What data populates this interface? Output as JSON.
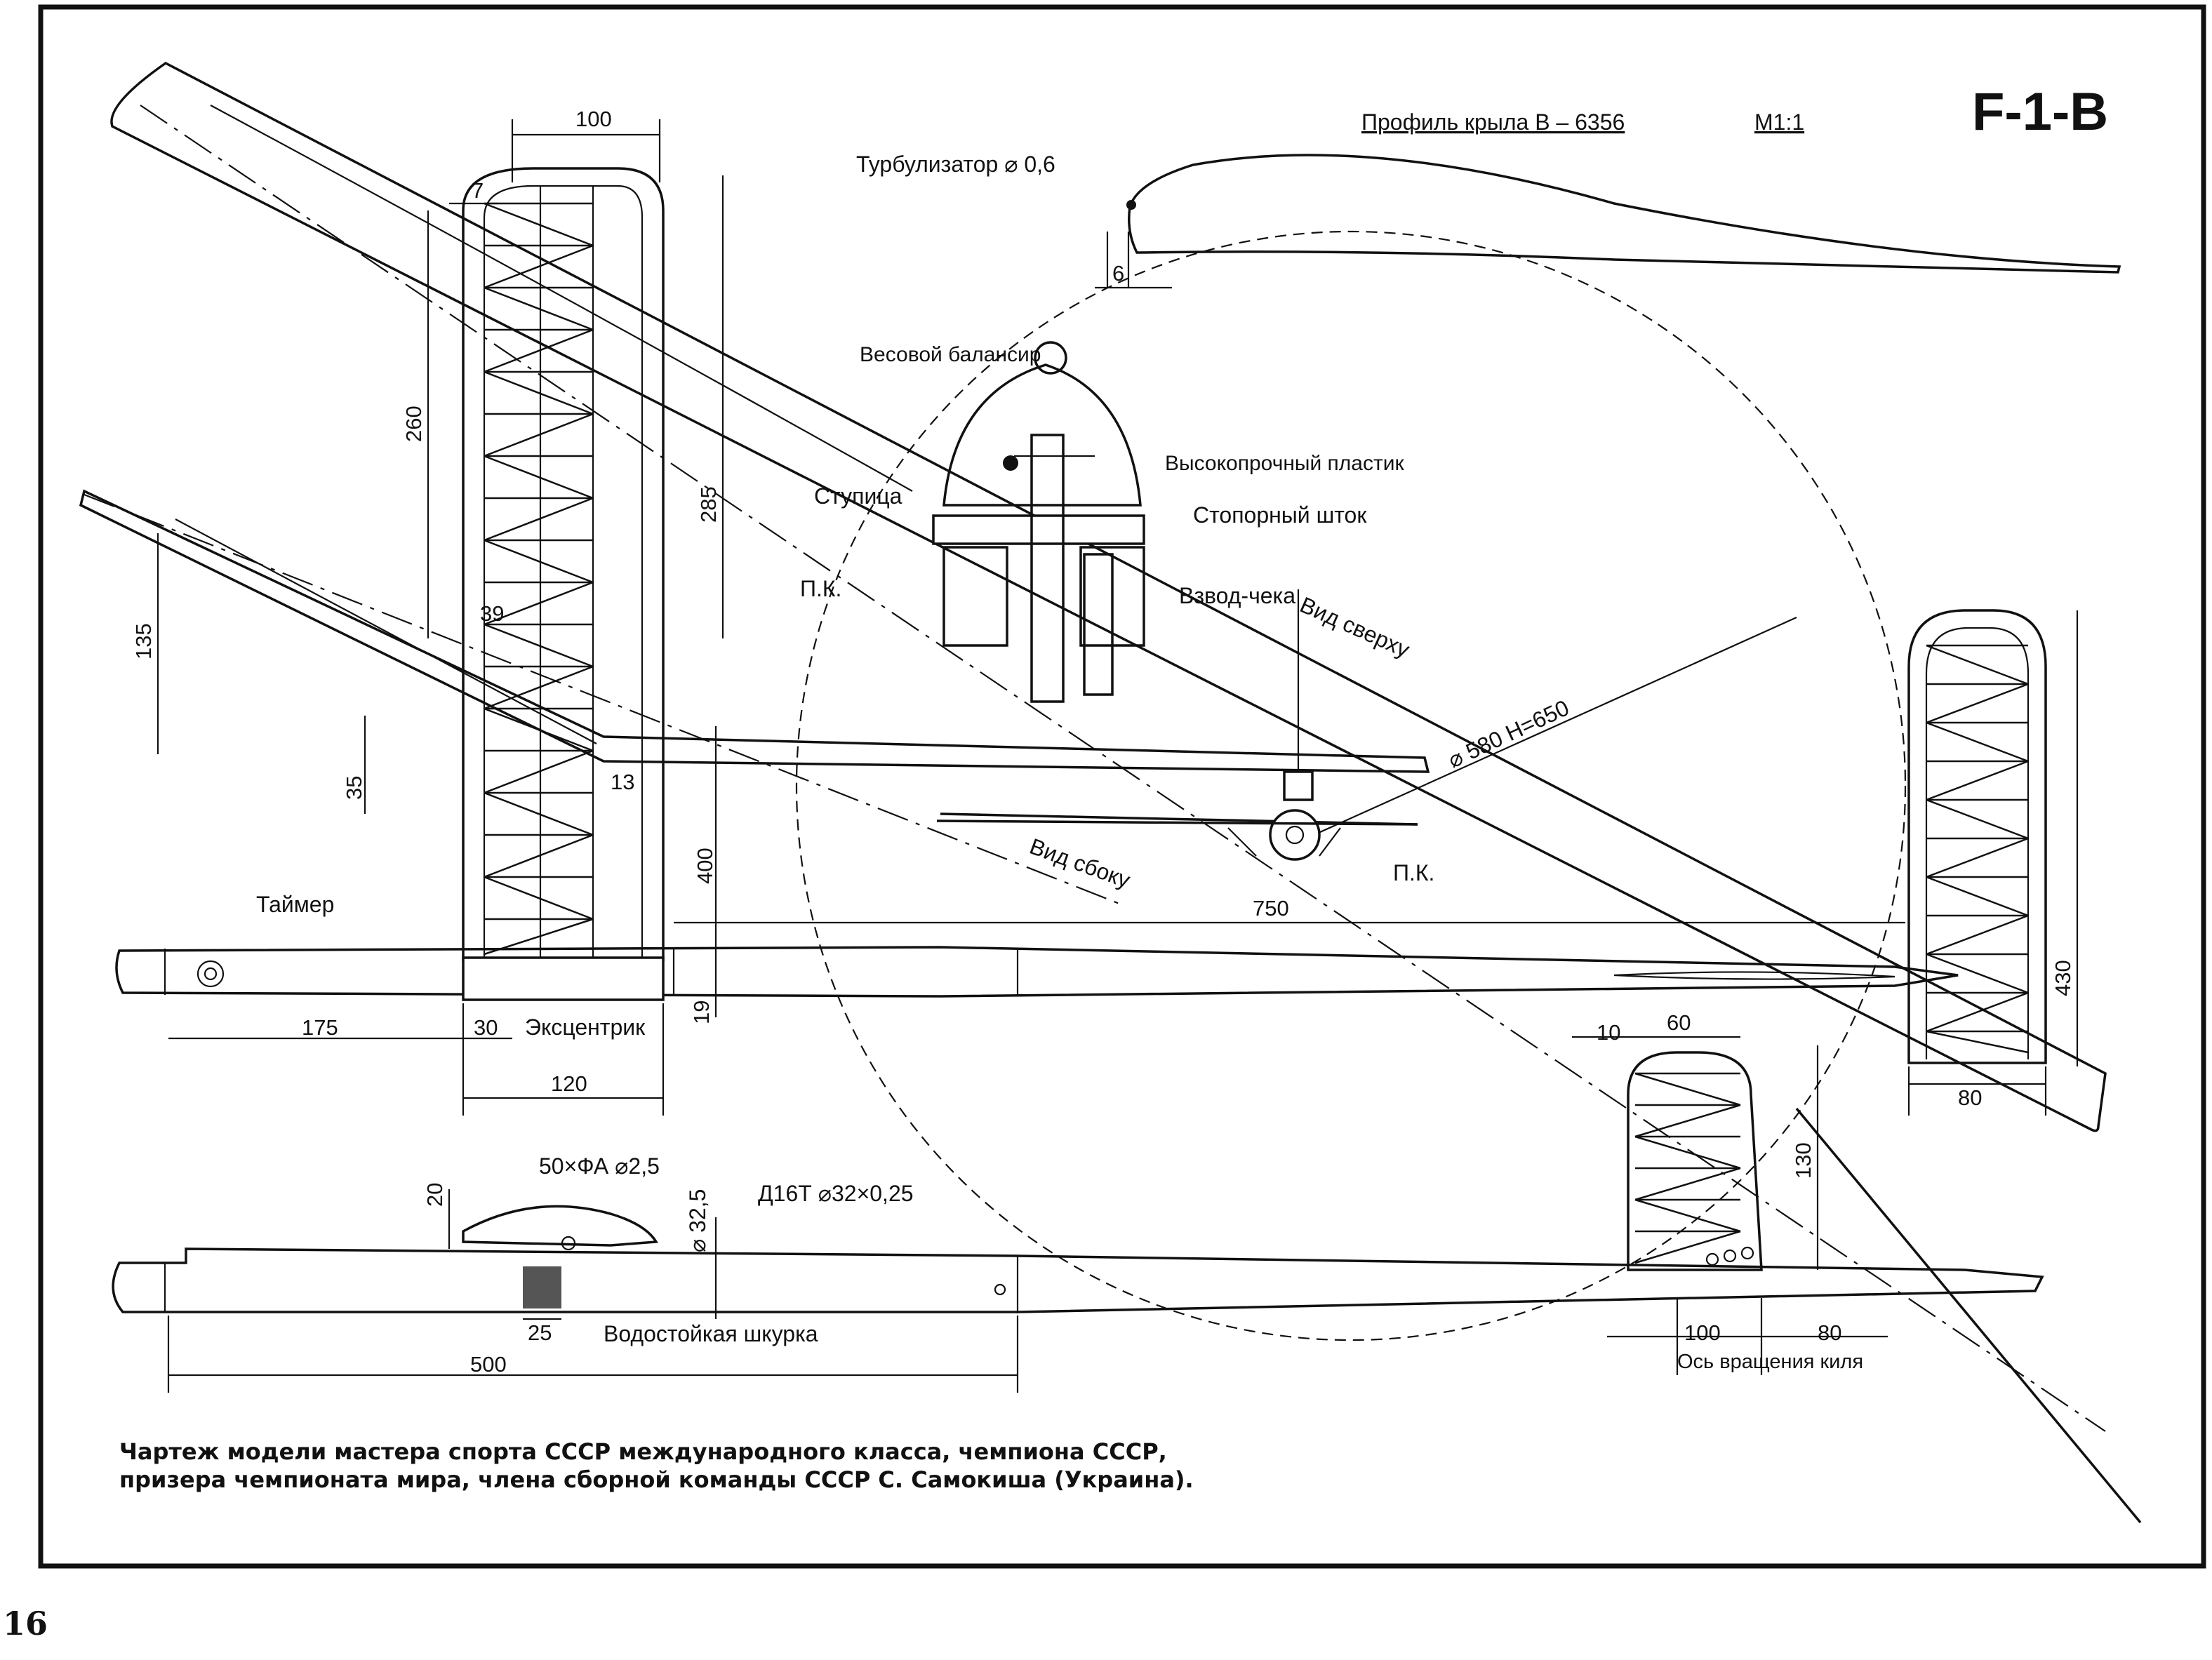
{
  "title": "F-1-B",
  "page_number": "16",
  "profile": {
    "label": "Профиль крыла В – 6356",
    "scale": "М1:1",
    "turbulator": "Турбулизатор ⌀ 0,6",
    "te_dim": "6"
  },
  "hub": {
    "balancer": "Весовой балансир",
    "hub_label": "Ступица",
    "plastic": "Высокопрочный пластик",
    "stop_rod": "Стопорный шток",
    "pin": "Взвод-чека"
  },
  "views": {
    "top": "Вид сверху",
    "side": "Вид сбоку",
    "pk": "П.К.",
    "prop": "⌀ 580  H=650"
  },
  "labels": {
    "timer": "Таймер",
    "eccentric": "Эксцентрик",
    "tube": "Д16Т ⌀32×0,25",
    "spring": "50×ФА ⌀2,5",
    "sandpaper": "Водостойкая шкурка",
    "axis": "Ось вращения киля",
    "diam": "⌀ 32,5"
  },
  "dims": {
    "d100": "100",
    "d7": "7",
    "d260": "260",
    "d285": "285",
    "d39": "39",
    "d135": "135",
    "d35": "35",
    "d13": "13",
    "d400": "400",
    "d19": "19",
    "d175": "175",
    "d30": "30",
    "d120": "120",
    "d750": "750",
    "d430": "430",
    "d80a": "80",
    "d10": "10",
    "d60": "60",
    "d130": "130",
    "d20": "20",
    "d25": "25",
    "d500": "500",
    "d100b": "100",
    "d80b": "80"
  },
  "caption": [
    "Чартеж модели мастера спорта СССР международного класса, чемпиона СССР,",
    "призера чемпионата мира, члена сборной команды СССР С. Самокиша (Украина)."
  ]
}
